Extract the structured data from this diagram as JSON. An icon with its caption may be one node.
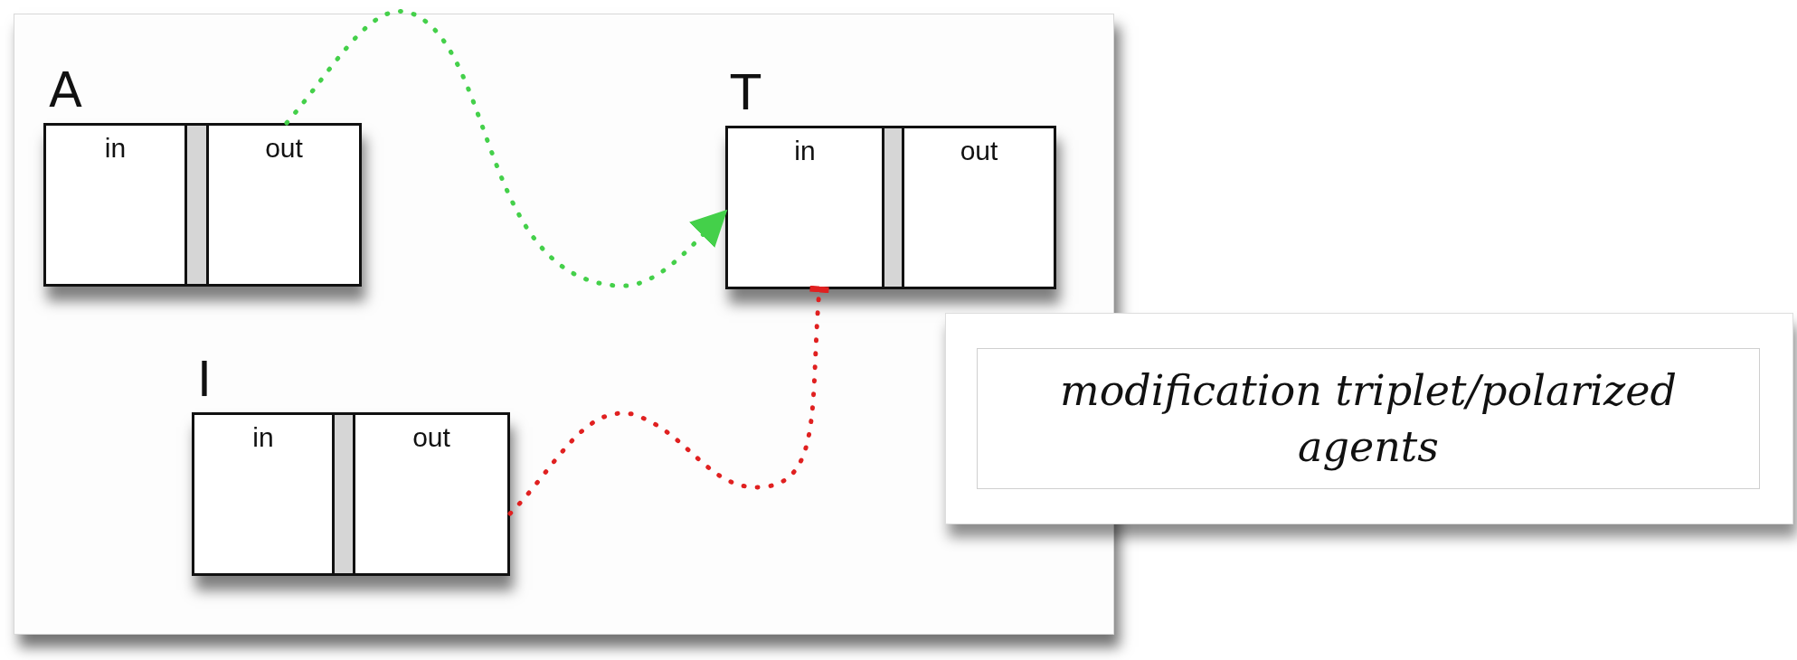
{
  "diagram": {
    "nodes": [
      {
        "text": [
          "A"
        ]
      },
      {
        "text": [
          "in"
        ],
        "in": 0
      },
      {
        "text": [
          "out"
        ],
        "in": 0
      },
      {
        "text": [
          "T"
        ]
      },
      {
        "text": [
          "in"
        ],
        "in": 3
      },
      {
        "text": [
          "out"
        ],
        "in": 3
      },
      {
        "text": [
          "I"
        ]
      },
      {
        "text": [
          "in"
        ],
        "in": 6
      },
      {
        "text": [
          "out"
        ],
        "in": 6
      },
      {
        "text": [
          "modification triplet/polarized agents"
        ]
      }
    ],
    "edges": [
      {
        "from": 2,
        "to": 4,
        "arrow": "to",
        "style": "dashed",
        "color": "#44d04a"
      },
      {
        "from": 8,
        "to": 4,
        "arrow": "other",
        "style": "dashed",
        "color": "#e02020"
      }
    ]
  }
}
